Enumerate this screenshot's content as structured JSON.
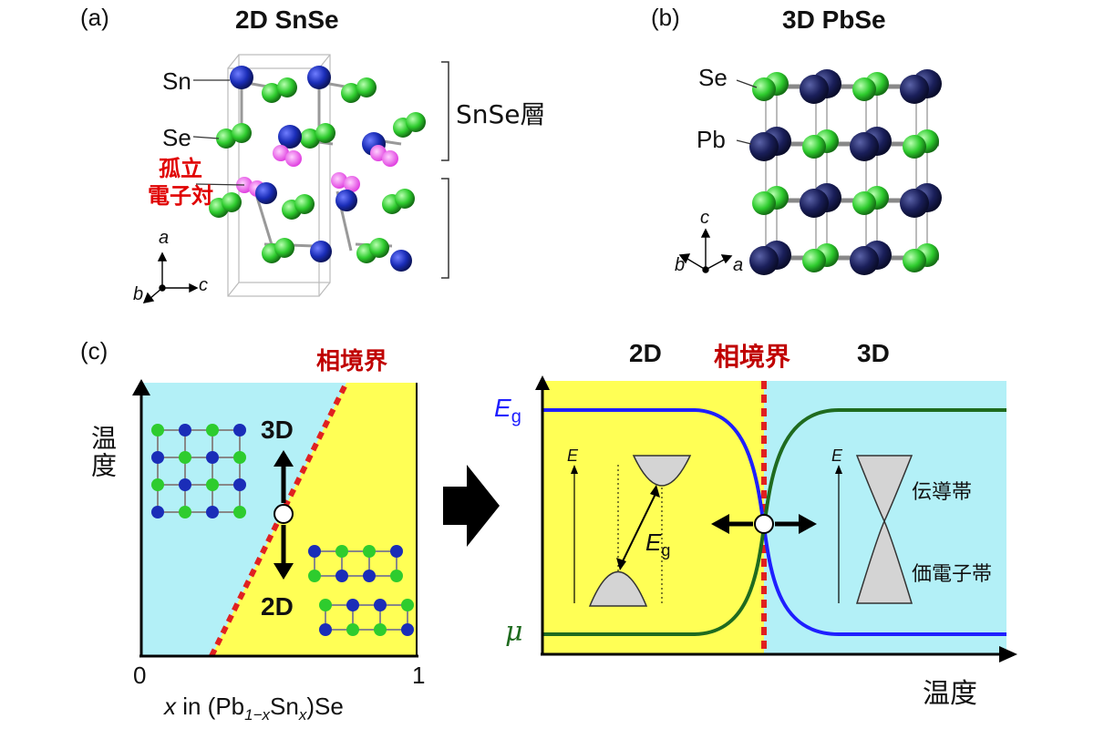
{
  "panels": {
    "a": {
      "label": "(a)",
      "title": "2D SnSe",
      "atoms": {
        "sn": "Sn",
        "se": "Se"
      },
      "lone_pair": [
        "孤立",
        "電子対"
      ],
      "layer_label": "SnSe層",
      "axes": {
        "a": "a",
        "b": "b",
        "c": "c"
      }
    },
    "b": {
      "label": "(b)",
      "title": "3D PbSe",
      "atoms": {
        "se": "Se",
        "pb": "Pb"
      },
      "axes": {
        "c": "c",
        "b": "b",
        "a": "a"
      }
    },
    "c": {
      "label": "(c)",
      "phase_diagram": {
        "y_label": "温度",
        "x_label_parts": [
          "x",
          " in (Pb",
          "1−x",
          "Sn",
          "x",
          ")Se"
        ],
        "x_ticks": [
          "0",
          "1"
        ],
        "boundary_label": "相境界",
        "region_3d": "3D",
        "region_2d": "2D"
      },
      "band_plot": {
        "region_2d": "2D",
        "region_3d": "3D",
        "boundary_label": "相境界",
        "eg_label_main": "E",
        "eg_label_sub": "g",
        "mu_label": "μ",
        "x_label": "温度",
        "inset_2d": {
          "axis": "E",
          "gap_main": "E",
          "gap_sub": "g"
        },
        "inset_3d": {
          "axis": "E",
          "conduction": "伝導帯",
          "valence": "価電子帯"
        }
      }
    }
  },
  "colors": {
    "sn": "#1a2db8",
    "se": "#2ecc2e",
    "pb": "#1a1f5a",
    "lone_pair": "#e040e0",
    "red_text": "#e00000",
    "boundary": "#e02020",
    "bg_3d": "#b3f0f7",
    "bg_2d": "#ffff55",
    "eg_curve": "#1f1fff",
    "mu_curve": "#1f6b1f"
  }
}
